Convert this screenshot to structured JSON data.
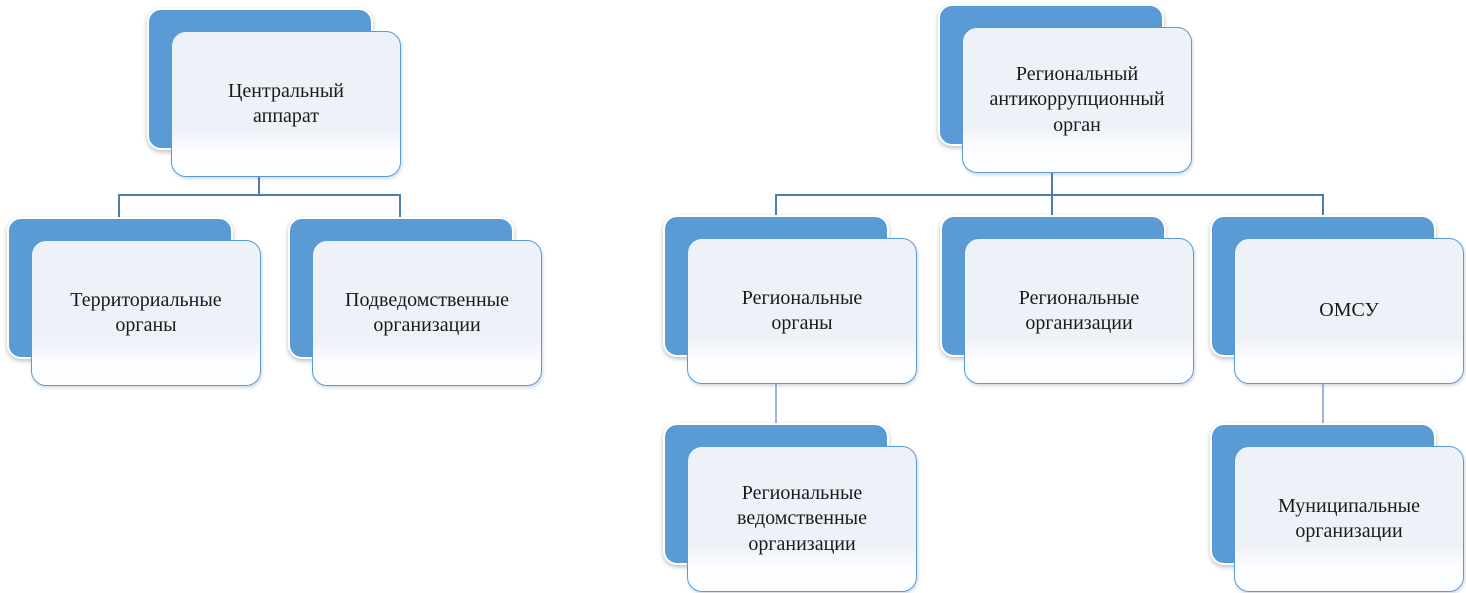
{
  "colors": {
    "background": "#ffffff",
    "shape_fill": "#5b9bd5",
    "shape_border": "#5b9bd5",
    "front_top": "#edf1f8",
    "front_bottom": "#fcfdff",
    "connector_main": "#4d7cad",
    "connector_light": "#9ab8dc",
    "text": "#1a1a1a"
  },
  "left_chart": {
    "root": {
      "label": "Центральный аппарат"
    },
    "children": [
      {
        "label": "Территориальные органы"
      },
      {
        "label": "Подведомственные организации"
      }
    ]
  },
  "right_chart": {
    "root": {
      "label": "Региональный антикоррупционный орган"
    },
    "children": [
      {
        "label": "Региональные органы",
        "children": [
          {
            "label": "Региональные ведомственные организации"
          }
        ]
      },
      {
        "label": "Региональные организации",
        "children": []
      },
      {
        "label": "ОМСУ",
        "children": [
          {
            "label": "Муниципальные организации"
          }
        ]
      }
    ]
  }
}
